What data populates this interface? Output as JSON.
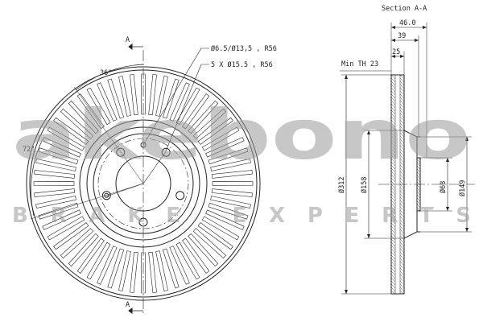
{
  "section_title": "Section A-A",
  "section_marks": {
    "top": "A",
    "bottom": "A"
  },
  "front_view": {
    "angle_top": "36°",
    "angle_left": "72°",
    "callout_1": "Ø6.5/Ø13,5 , R56",
    "callout_2": "5 X Ø15.5 , R56"
  },
  "side_view": {
    "min_th": "Min TH 23",
    "dim_46": "46.0",
    "dim_39": "39",
    "dim_25": "25",
    "dia_312": "Ø312",
    "dia_158": "Ø158",
    "dia_68": "Ø68",
    "dia_149": "Ø149"
  },
  "watermark": {
    "brand": "akebono",
    "tagline": "BRAKE EXPERTS"
  }
}
